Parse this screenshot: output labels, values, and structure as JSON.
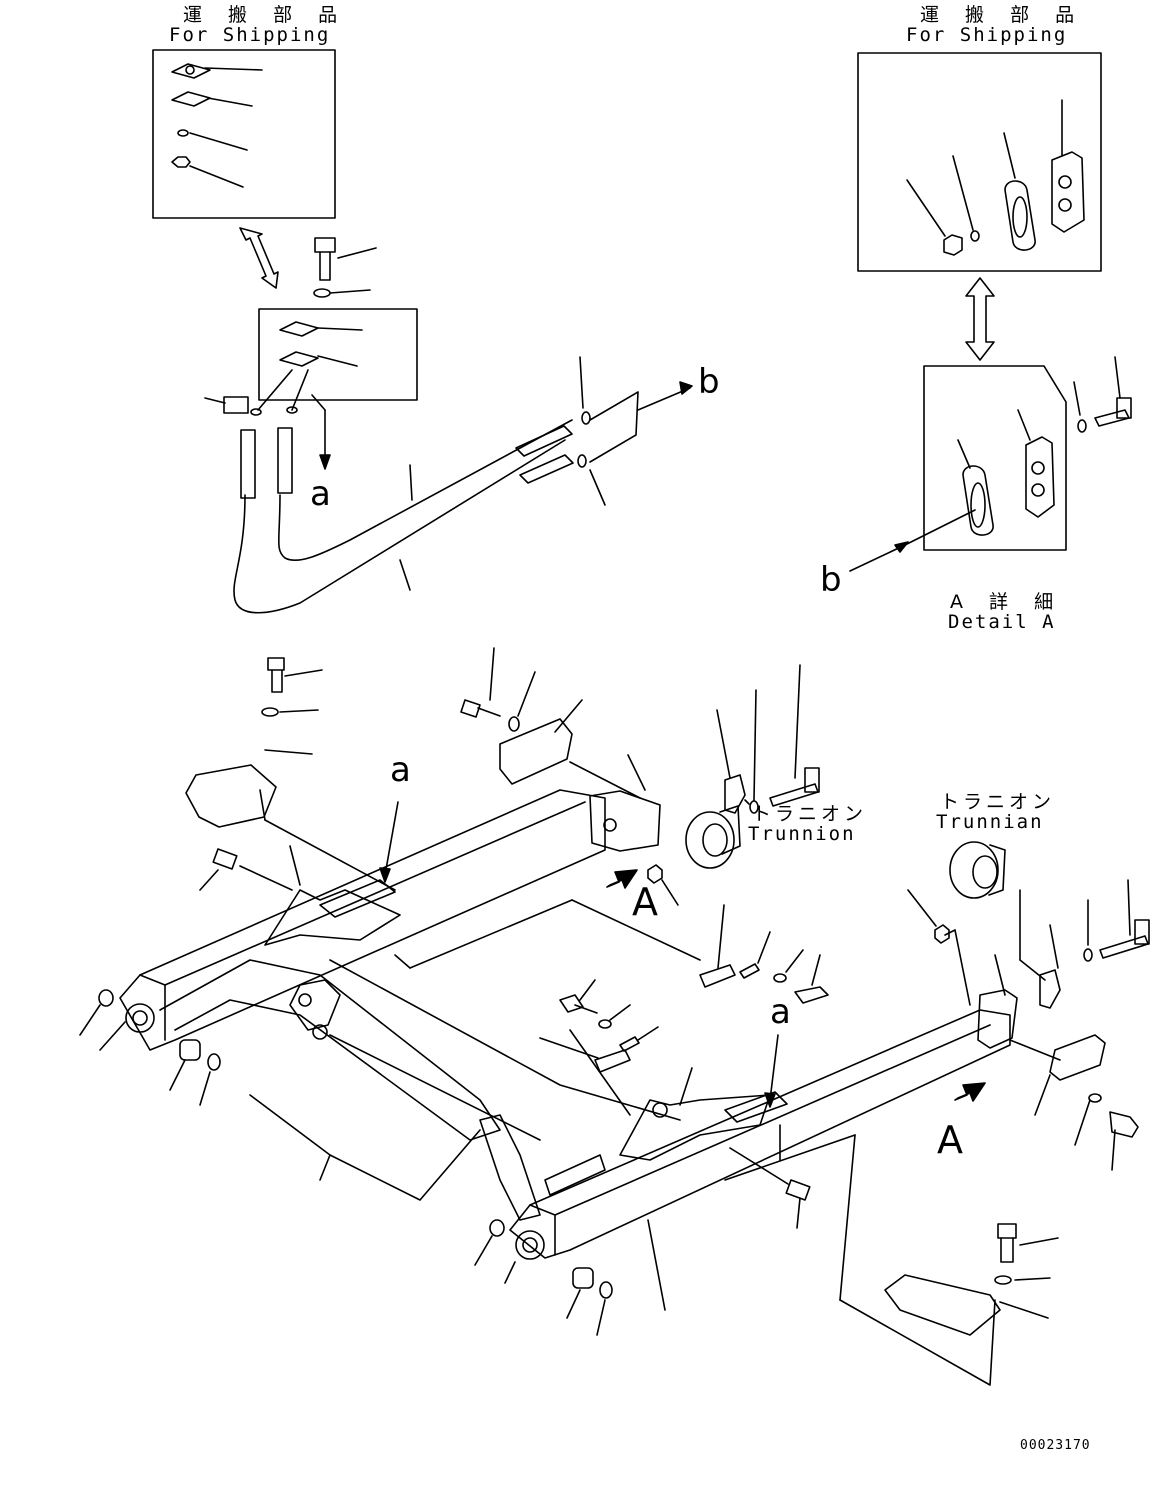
{
  "shipping_left": {
    "jp": "運 搬 部 品",
    "en": "For Shipping"
  },
  "shipping_right": {
    "jp": "運 搬 部 品",
    "en": "For Shipping"
  },
  "detail": {
    "jp": "A 詳 細",
    "en": "Detail A"
  },
  "trunnion_left": {
    "jp": "トラニオン",
    "en": "Trunnion"
  },
  "trunnion_right": {
    "jp": "トラニオン",
    "en": "Trunnian"
  },
  "refs": {
    "a": "a",
    "b": "b",
    "A": "A"
  },
  "drawing_number": "00023170"
}
